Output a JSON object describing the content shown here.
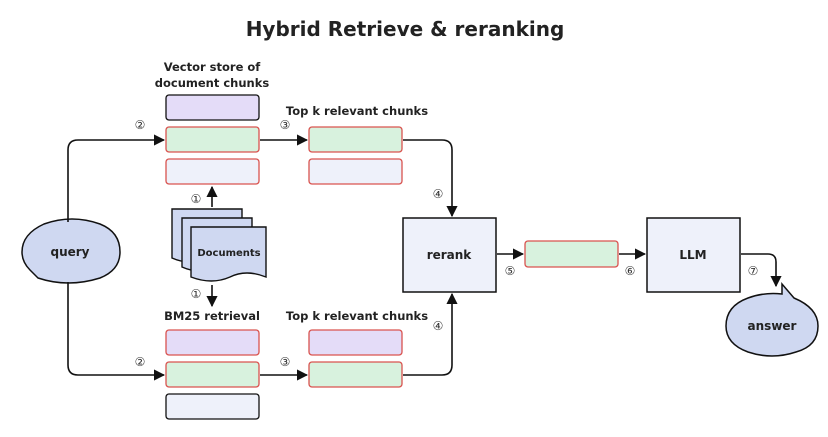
{
  "title": "Hybrid Retrieve & reranking",
  "labels": {
    "vector_store_line1": "Vector store of",
    "vector_store_line2": "document chunks",
    "top_k_upper": "Top k relevant chunks",
    "top_k_lower": "Top k relevant chunks",
    "bm25": "BM25 retrieval"
  },
  "nodes": {
    "query": "query",
    "documents": "Documents",
    "rerank": "rerank",
    "llm": "LLM",
    "answer": "answer"
  },
  "steps": {
    "s1": "①",
    "s2": "②",
    "s3": "③",
    "s4": "④",
    "s5": "⑤",
    "s6": "⑥",
    "s7": "⑦"
  },
  "colors": {
    "purple_fill": "#e4dcf8",
    "green_fill": "#d8f2de",
    "blue_fill": "#eef1fa",
    "node_fill": "#eef1fa",
    "bubble_fill": "#cfd8f1",
    "doc_fill": "#cfd8f1",
    "red_stroke": "#d9534f",
    "dark_stroke": "#111111"
  }
}
